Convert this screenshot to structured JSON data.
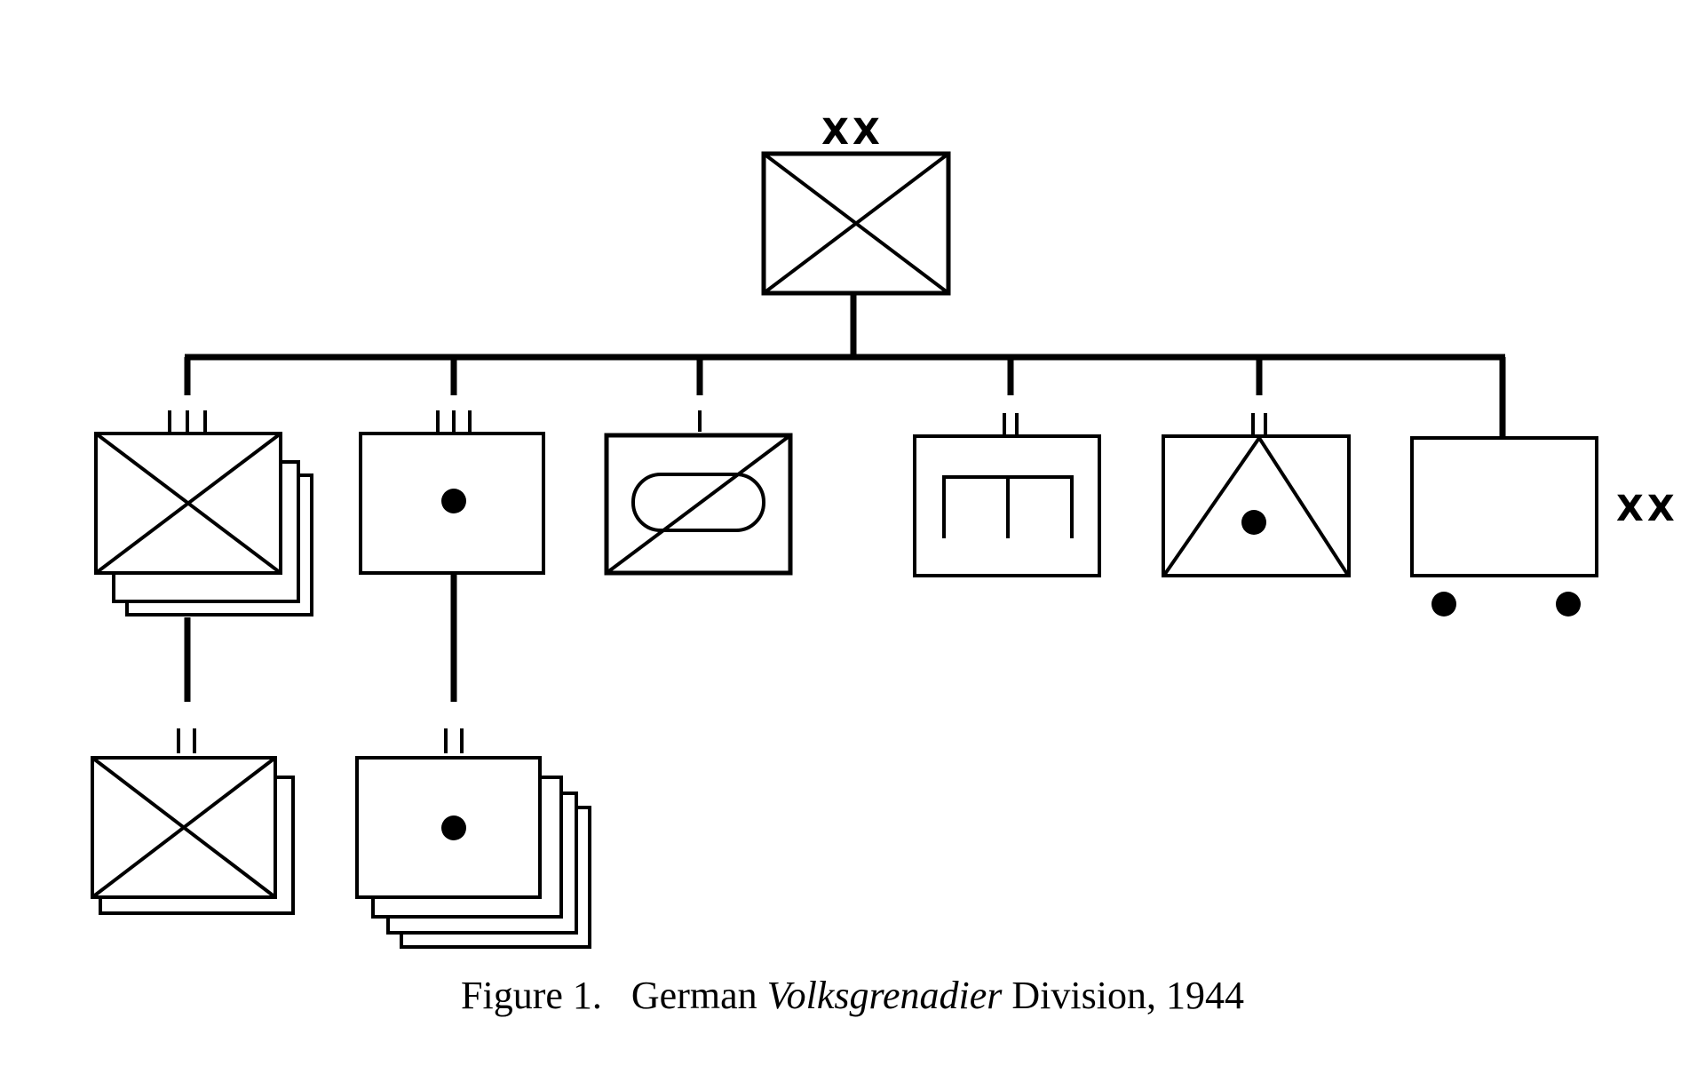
{
  "diagram": {
    "top_echelon_label": "XX",
    "side_echelon_label": "XX"
  },
  "caption": {
    "prefix": "Figure 1.",
    "pre_title": "German ",
    "title": "Volksgrenadier",
    "post_title": " Division, 1944"
  }
}
